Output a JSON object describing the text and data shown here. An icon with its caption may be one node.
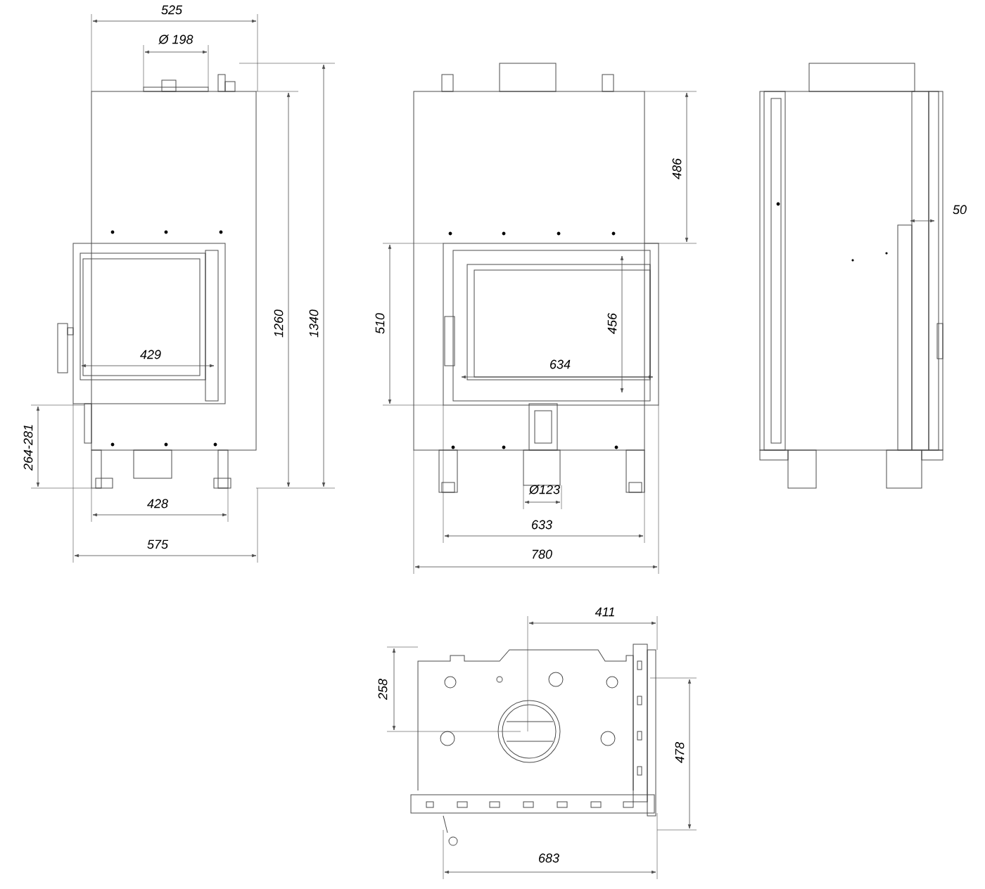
{
  "diagram": {
    "labels": [
      "525",
      "Ø 198",
      "486",
      "50",
      "1260",
      "1340",
      "510",
      "456",
      "429",
      "634",
      "264-281",
      "Ø123",
      "428",
      "633",
      "575",
      "780",
      "411",
      "258",
      "478",
      "683"
    ]
  }
}
